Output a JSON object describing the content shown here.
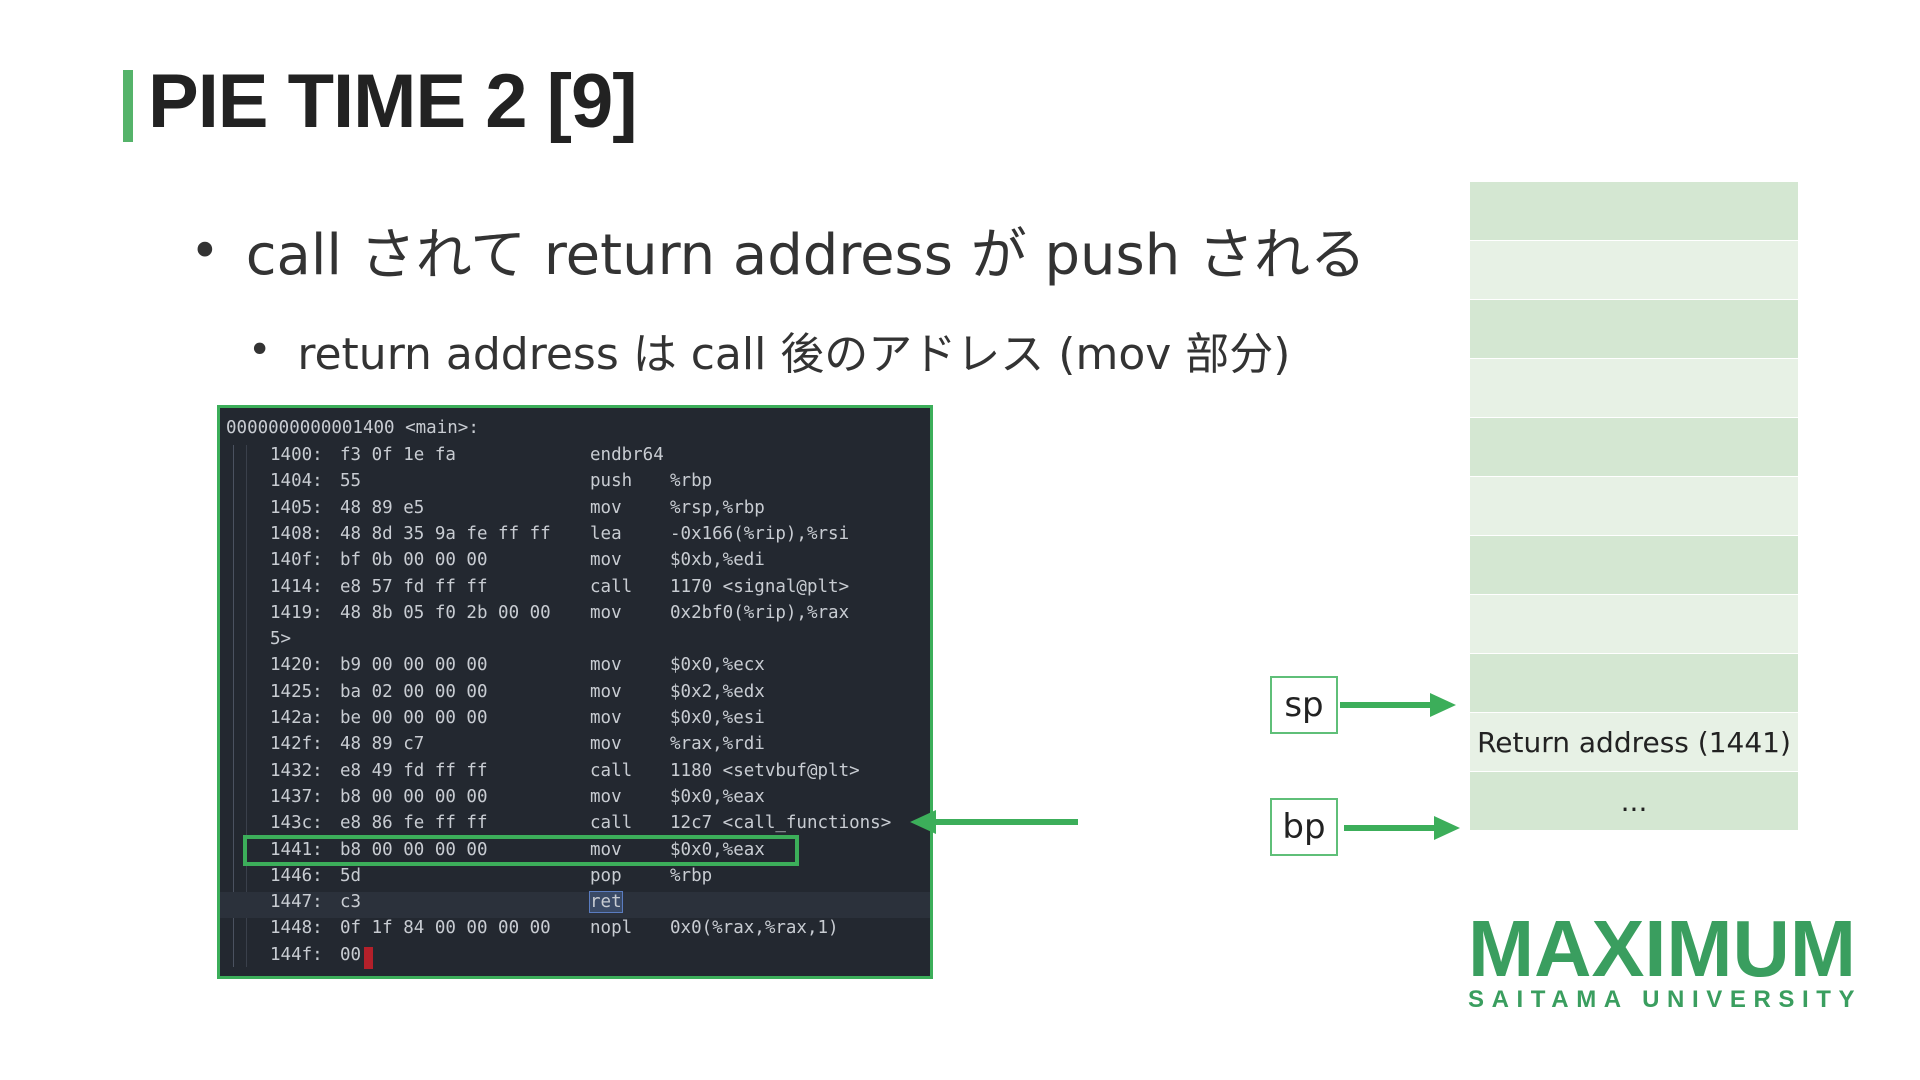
{
  "slide": {
    "title": "PIE TIME 2 [9]",
    "bullet1": "call されて return address が push される",
    "bullet2": "return address は call 後のアドレス (mov 部分)",
    "bullet_glyph": "•"
  },
  "disasm": {
    "header": "0000000000001400 <main>:",
    "lines": [
      {
        "addr": "1400:",
        "bytes": "f3 0f 1e fa",
        "mnemonic": "endbr64",
        "operands": ""
      },
      {
        "addr": "1404:",
        "bytes": "55",
        "mnemonic": "push",
        "operands": "%rbp"
      },
      {
        "addr": "1405:",
        "bytes": "48 89 e5",
        "mnemonic": "mov",
        "operands": "%rsp,%rbp"
      },
      {
        "addr": "1408:",
        "bytes": "48 8d 35 9a fe ff ff",
        "mnemonic": "lea",
        "operands": "-0x166(%rip),%rsi"
      },
      {
        "addr": "140f:",
        "bytes": "bf 0b 00 00 00",
        "mnemonic": "mov",
        "operands": "$0xb,%edi"
      },
      {
        "addr": "1414:",
        "bytes": "e8 57 fd ff ff",
        "mnemonic": "call",
        "operands": "1170 <signal@plt>"
      },
      {
        "addr": "1419:",
        "bytes": "48 8b 05 f0 2b 00 00",
        "mnemonic": "mov",
        "operands": "0x2bf0(%rip),%rax"
      },
      {
        "addr": "5>",
        "bytes": "",
        "mnemonic": "",
        "operands": ""
      },
      {
        "addr": "1420:",
        "bytes": "b9 00 00 00 00",
        "mnemonic": "mov",
        "operands": "$0x0,%ecx"
      },
      {
        "addr": "1425:",
        "bytes": "ba 02 00 00 00",
        "mnemonic": "mov",
        "operands": "$0x2,%edx"
      },
      {
        "addr": "142a:",
        "bytes": "be 00 00 00 00",
        "mnemonic": "mov",
        "operands": "$0x0,%esi"
      },
      {
        "addr": "142f:",
        "bytes": "48 89 c7",
        "mnemonic": "mov",
        "operands": "%rax,%rdi"
      },
      {
        "addr": "1432:",
        "bytes": "e8 49 fd ff ff",
        "mnemonic": "call",
        "operands": "1180 <setvbuf@plt>"
      },
      {
        "addr": "1437:",
        "bytes": "b8 00 00 00 00",
        "mnemonic": "mov",
        "operands": "$0x0,%eax"
      },
      {
        "addr": "143c:",
        "bytes": "e8 86 fe ff ff",
        "mnemonic": "call",
        "operands": "12c7 <call_functions>"
      },
      {
        "addr": "1441:",
        "bytes": "b8 00 00 00 00",
        "mnemonic": "mov",
        "operands": "$0x0,%eax"
      },
      {
        "addr": "1446:",
        "bytes": "5d",
        "mnemonic": "pop",
        "operands": "%rbp"
      },
      {
        "addr": "1447:",
        "bytes": "c3",
        "mnemonic": "ret",
        "operands": ""
      },
      {
        "addr": "1448:",
        "bytes": "0f 1f 84 00 00 00 00",
        "mnemonic": "nopl",
        "operands": "0x0(%rax,%rax,1)"
      },
      {
        "addr": "144f:",
        "bytes": "00",
        "mnemonic": "",
        "operands": ""
      }
    ],
    "highlighted_line": "1441:"
  },
  "stack": {
    "cells": [
      "",
      "",
      "",
      "",
      "",
      "",
      "",
      "",
      "",
      "Return address (1441)",
      "..."
    ],
    "sp_label": "sp",
    "bp_label": "bp"
  },
  "logo": {
    "name": "MAXIMUM",
    "subtitle": "SAITAMA UNIVERSITY"
  },
  "colors": {
    "accent_green": "#3cae5a",
    "stack_dark": "#d4e7d2",
    "stack_light": "#e7f1e5",
    "terminal_bg": "#232830",
    "logo_green": "#3a9e5f"
  }
}
